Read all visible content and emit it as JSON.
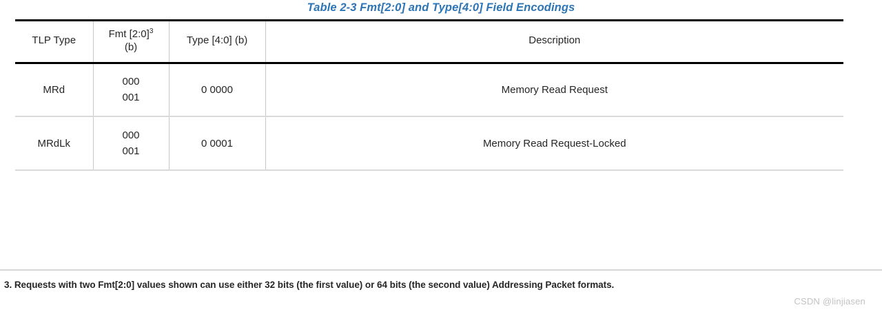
{
  "caption": "Table  2-3  Fmt[2:0] and Type[4:0] Field Encodings",
  "table": {
    "headers": {
      "tlp_type": "TLP Type",
      "fmt_main": "Fmt [2:0]",
      "fmt_sup": "3",
      "fmt_sub": "(b)",
      "type": "Type [4:0] (b)",
      "description": "Description"
    },
    "rows": [
      {
        "tlp_type": "MRd",
        "fmt_line1": "000",
        "fmt_line2": "001",
        "type": "0 0000",
        "description": "Memory Read Request"
      },
      {
        "tlp_type": "MRdLk",
        "fmt_line1": "000",
        "fmt_line2": "001",
        "type": "0 0001",
        "description": "Memory Read Request-Locked"
      }
    ]
  },
  "footnote": "3. Requests with two Fmt[2:0] values shown can use either 32 bits (the first value) or 64 bits (the second value) Addressing Packet formats.",
  "watermark": "CSDN @linjiasen",
  "colors": {
    "caption": "#2e75b6",
    "text": "#262626",
    "heavy_rule": "#000000",
    "light_rule": "#d9d9d9",
    "watermark": "#c2c2c2"
  }
}
